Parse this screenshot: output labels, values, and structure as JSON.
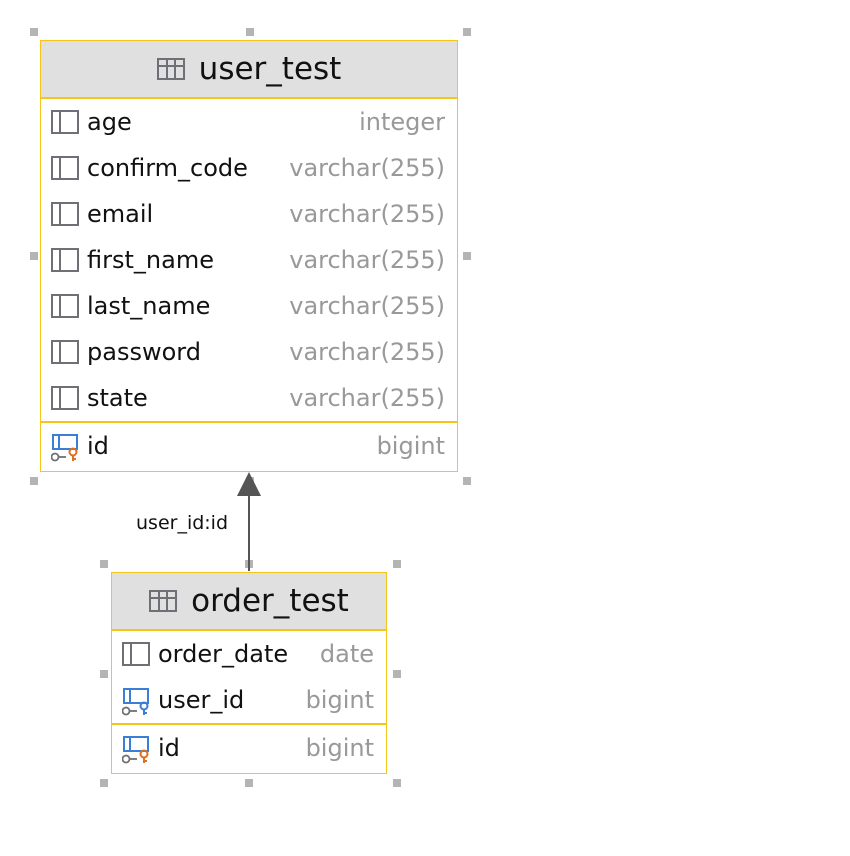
{
  "tables": [
    {
      "name": "user_test",
      "columns": [
        {
          "name": "age",
          "type": "integer",
          "icon": "column-icon"
        },
        {
          "name": "confirm_code",
          "type": "varchar(255)",
          "icon": "column-icon"
        },
        {
          "name": "email",
          "type": "varchar(255)",
          "icon": "column-icon"
        },
        {
          "name": "first_name",
          "type": "varchar(255)",
          "icon": "column-icon"
        },
        {
          "name": "last_name",
          "type": "varchar(255)",
          "icon": "column-icon"
        },
        {
          "name": "password",
          "type": "varchar(255)",
          "icon": "column-icon"
        },
        {
          "name": "state",
          "type": "varchar(255)",
          "icon": "column-icon"
        }
      ],
      "primary_key": {
        "name": "id",
        "type": "bigint",
        "icon": "primary-key-icon"
      }
    },
    {
      "name": "order_test",
      "columns": [
        {
          "name": "order_date",
          "type": "date",
          "icon": "column-icon"
        },
        {
          "name": "user_id",
          "type": "bigint",
          "icon": "foreign-key-icon"
        }
      ],
      "primary_key": {
        "name": "id",
        "type": "bigint",
        "icon": "primary-key-icon"
      }
    }
  ],
  "relation": {
    "label": "user_id:id",
    "from": "order_test",
    "to": "user_test"
  },
  "colors": {
    "border": "#f5c518",
    "header_bg": "#e0e0e0",
    "type_text": "#999999",
    "pk_key": "#e07020",
    "fk_key": "#3a7fd5",
    "icon_gray": "#6e7075"
  }
}
